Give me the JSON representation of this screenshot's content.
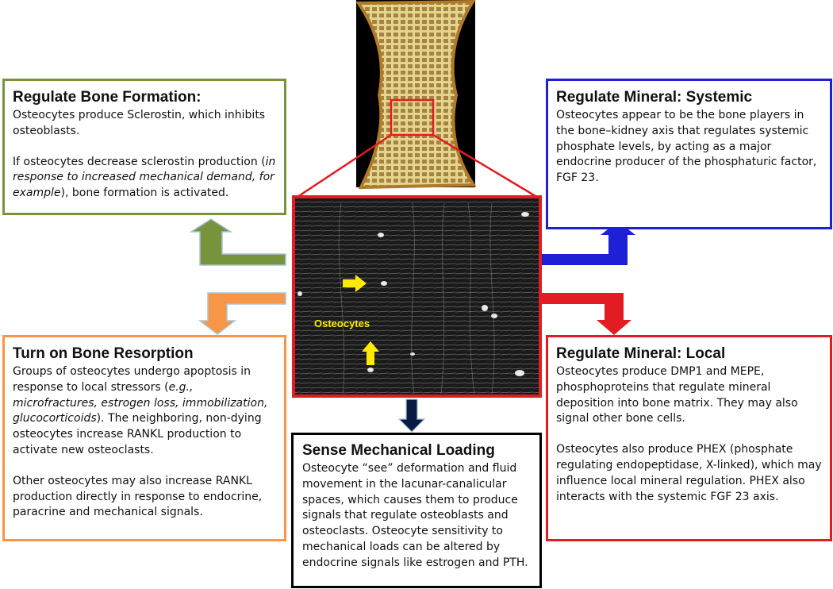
{
  "boxes": {
    "formation": {
      "title": "Regulate Bone Formation:",
      "p1": "Osteocytes produce Sclerostin, which inhibits osteoblasts.",
      "p2_a": "If osteocytes decrease sclerostin production (",
      "p2_em": "in response to increased mechanical demand, for example",
      "p2_b": "), bone formation is activated."
    },
    "systemic": {
      "title": "Regulate Mineral: Systemic",
      "p1": "Osteocytes appear to be the bone players in the bone–kidney axis that regulates systemic phosphate levels, by acting as a major endocrine producer of the phosphaturic factor, FGF 23."
    },
    "resorption": {
      "title": "Turn on Bone Resorption",
      "p1_a": "Groups of osteocytes undergo apoptosis in response  to local stressors (",
      "p1_em": "e.g., microfractures, estrogen loss, immobilization, glucocorticoids",
      "p1_b": "). The neighboring, non-dying osteocytes increase RANKL production to activate new osteoclasts.",
      "p2": "Other osteocytes may also increase RANKL production directly in response to endocrine, paracrine and mechanical signals."
    },
    "local": {
      "title": "Regulate Mineral: Local",
      "p1": "Osteocytes produce DMP1 and MEPE, phosphoproteins that regulate mineral deposition into bone matrix. They may also signal other bone cells.",
      "p2": "Osteocytes also produce PHEX (phosphate regulating endopeptidase, X-linked), which may influence local mineral regulation. PHEX also interacts with the systemic FGF 23 axis."
    },
    "sensing": {
      "title": "Sense Mechanical Loading",
      "p1": "Osteocyte “see” deformation and fluid movement in the lacunar-canalicular spaces, which causes them to produce signals that regulate osteoblasts and osteoclasts.  Osteocyte sensitivity to mechanical loads can be altered by endocrine signals like estrogen and PTH."
    }
  },
  "micrograph": {
    "label": "Osteocytes"
  },
  "colors": {
    "formation": "#77933c",
    "systemic": "#1f1fd6",
    "resorption": "#f79646",
    "local": "#e31b23",
    "sensing": "#000000",
    "highlight": "#e31b23",
    "label": "#ffeb00"
  }
}
